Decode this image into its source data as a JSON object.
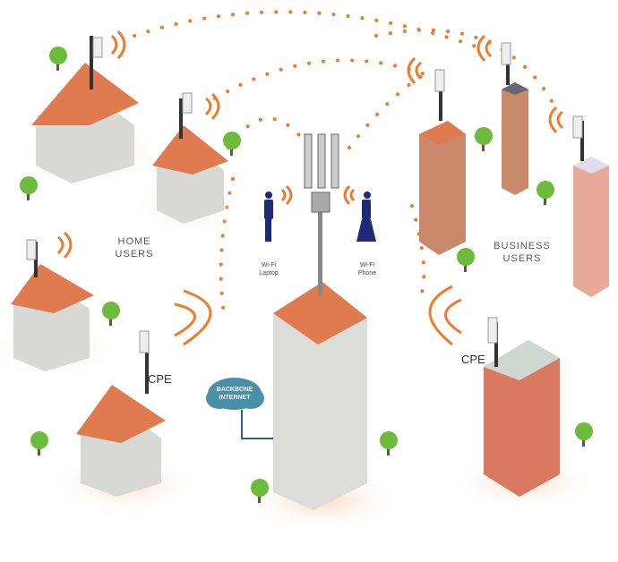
{
  "labels": {
    "home_users": [
      "HOME",
      "USERS"
    ],
    "business_users": [
      "BUSINESS",
      "USERS"
    ],
    "wifi_laptop": [
      "Wi-Fi",
      "Laptop"
    ],
    "wifi_phone": [
      "Wi-Fi",
      "Phone"
    ],
    "cpe_left": "CPE",
    "cpe_right": "CPE",
    "backbone": [
      "BACKBONE",
      "INTERNET"
    ]
  },
  "colors": {
    "roof": "#e07a4f",
    "wall": "#d8d8d4",
    "signal": "#f07a2a",
    "tree": "#6dbb3a",
    "cloud": "#4a8fa8",
    "person": "#1e2a78",
    "brick": "#d77a5f"
  }
}
